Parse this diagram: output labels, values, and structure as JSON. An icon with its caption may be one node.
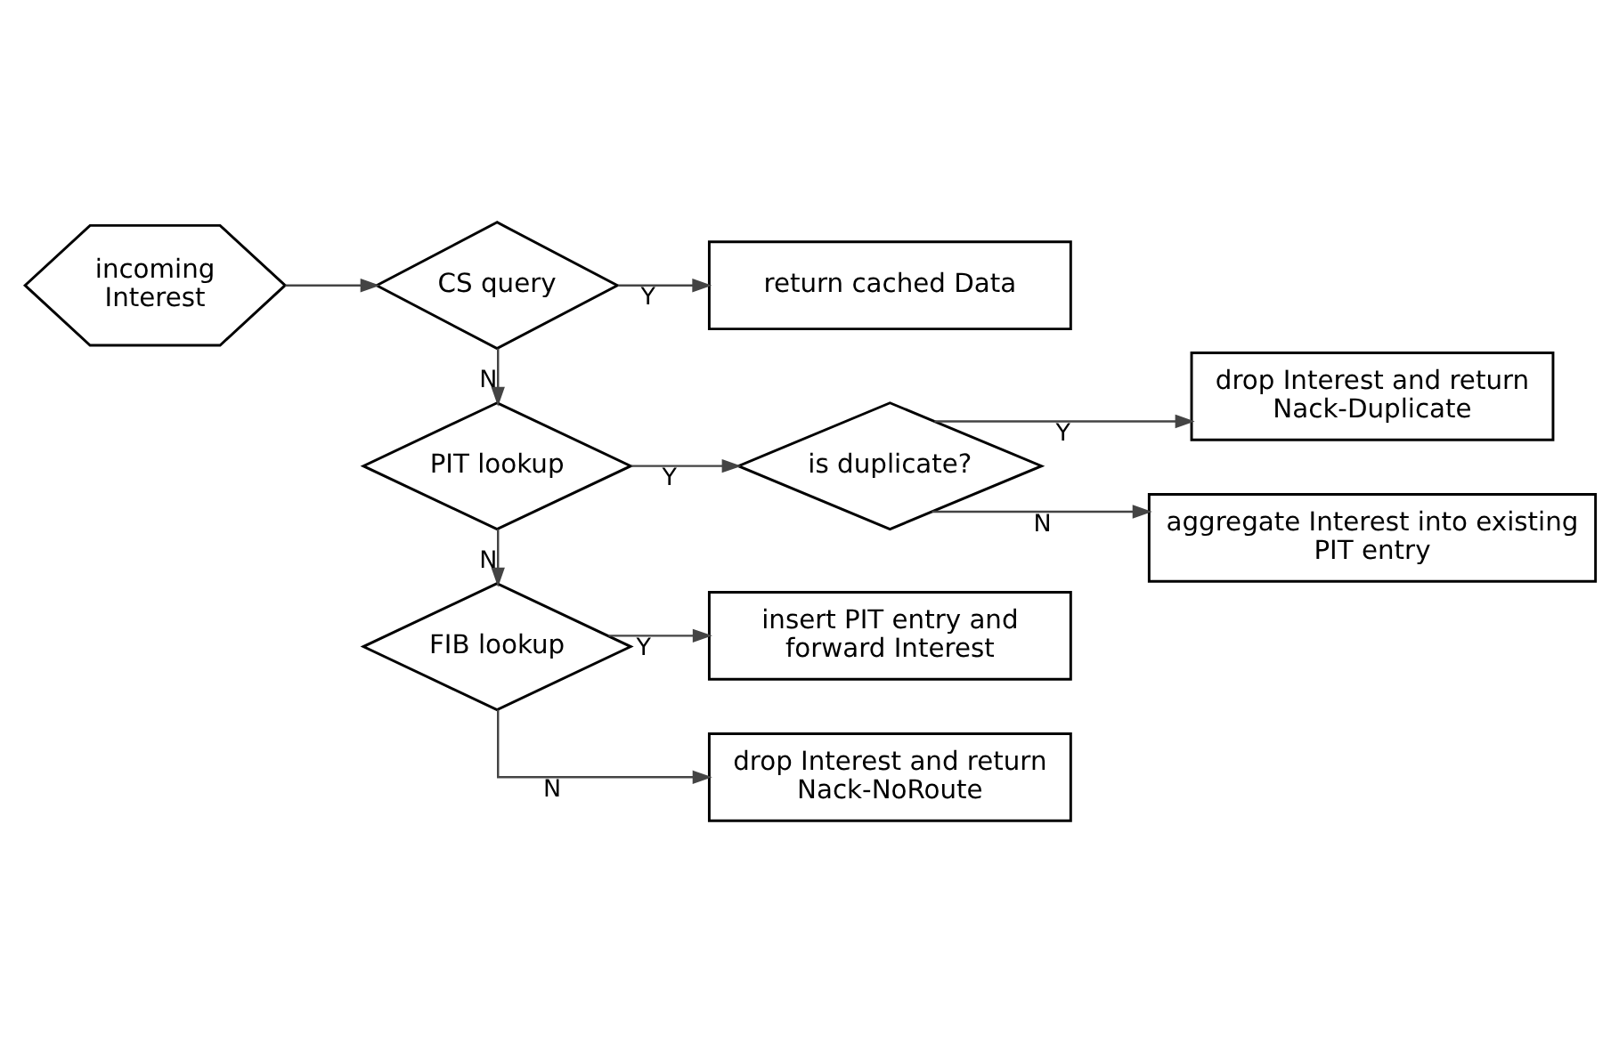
{
  "diagram": {
    "nodes": [
      {
        "text": [
          "incoming Interest"
        ]
      },
      {
        "text": [
          "CS query"
        ]
      },
      {
        "text": [
          "return cached Data"
        ]
      },
      {
        "text": [
          "PIT lookup"
        ]
      },
      {
        "text": [
          "is duplicate?"
        ]
      },
      {
        "text": [
          "drop Interest and return Nack-Duplicate"
        ]
      },
      {
        "text": [
          "aggregate Interest into existing PIT entry"
        ]
      },
      {
        "text": [
          "FIB lookup"
        ]
      },
      {
        "text": [
          "insert PIT entry and forward Interest"
        ]
      },
      {
        "text": [
          "drop Interest and return Nack-NoRoute"
        ]
      }
    ],
    "edges": [
      {
        "from": 0,
        "to": 1,
        "arrow": "to"
      },
      {
        "from": 1,
        "to": 2,
        "arrow": "to",
        "label": "Y"
      },
      {
        "from": 1,
        "to": 3,
        "arrow": "to",
        "label": "N"
      },
      {
        "from": 3,
        "to": 4,
        "arrow": "to",
        "label": "Y"
      },
      {
        "from": 4,
        "to": 5,
        "arrow": "to",
        "label": "Y"
      },
      {
        "from": 4,
        "to": 6,
        "arrow": "to",
        "label": "N"
      },
      {
        "from": 3,
        "to": 7,
        "arrow": "to",
        "label": "N"
      },
      {
        "from": 7,
        "to": 8,
        "arrow": "to",
        "label": "Y"
      },
      {
        "from": 7,
        "to": 9,
        "arrow": "to",
        "label": "N"
      }
    ]
  }
}
